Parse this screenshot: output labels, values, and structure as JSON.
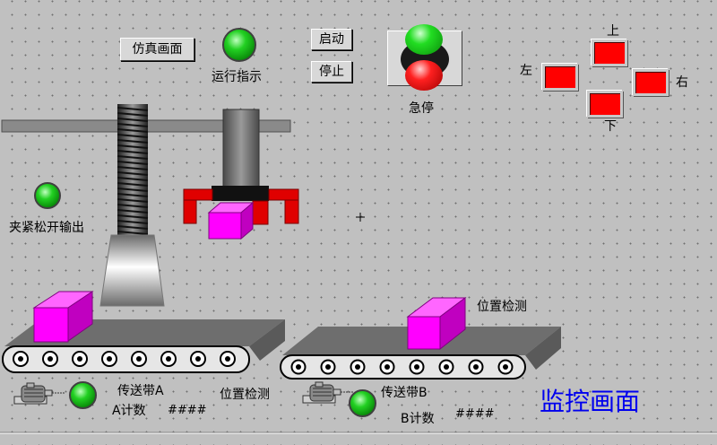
{
  "buttons": {
    "sim_screen": "仿真画面",
    "start": "启动",
    "stop": "停止"
  },
  "labels": {
    "run_indicator": "运行指示",
    "estop": "急停",
    "up": "上",
    "down": "下",
    "left": "左",
    "right": "右",
    "clamp_output": "夹紧松开输出",
    "position_detect_1": "位置检测",
    "position_detect_2": "位置检测",
    "conveyor_a": "传送带A",
    "conveyor_b": "传送带B",
    "count_a": "A计数",
    "count_b": "B计数",
    "count_a_value": "####",
    "count_b_value": "####",
    "screen_title": "监控画面"
  },
  "colors": {
    "background": "#c0c0c0",
    "workpiece": "#ff00ff",
    "gripper": "#e00000",
    "lamp_on": "#22d022",
    "title": "#0000ee"
  },
  "icons": [
    "motor-icon",
    "lamp-icon",
    "emergency-stop-icon"
  ]
}
